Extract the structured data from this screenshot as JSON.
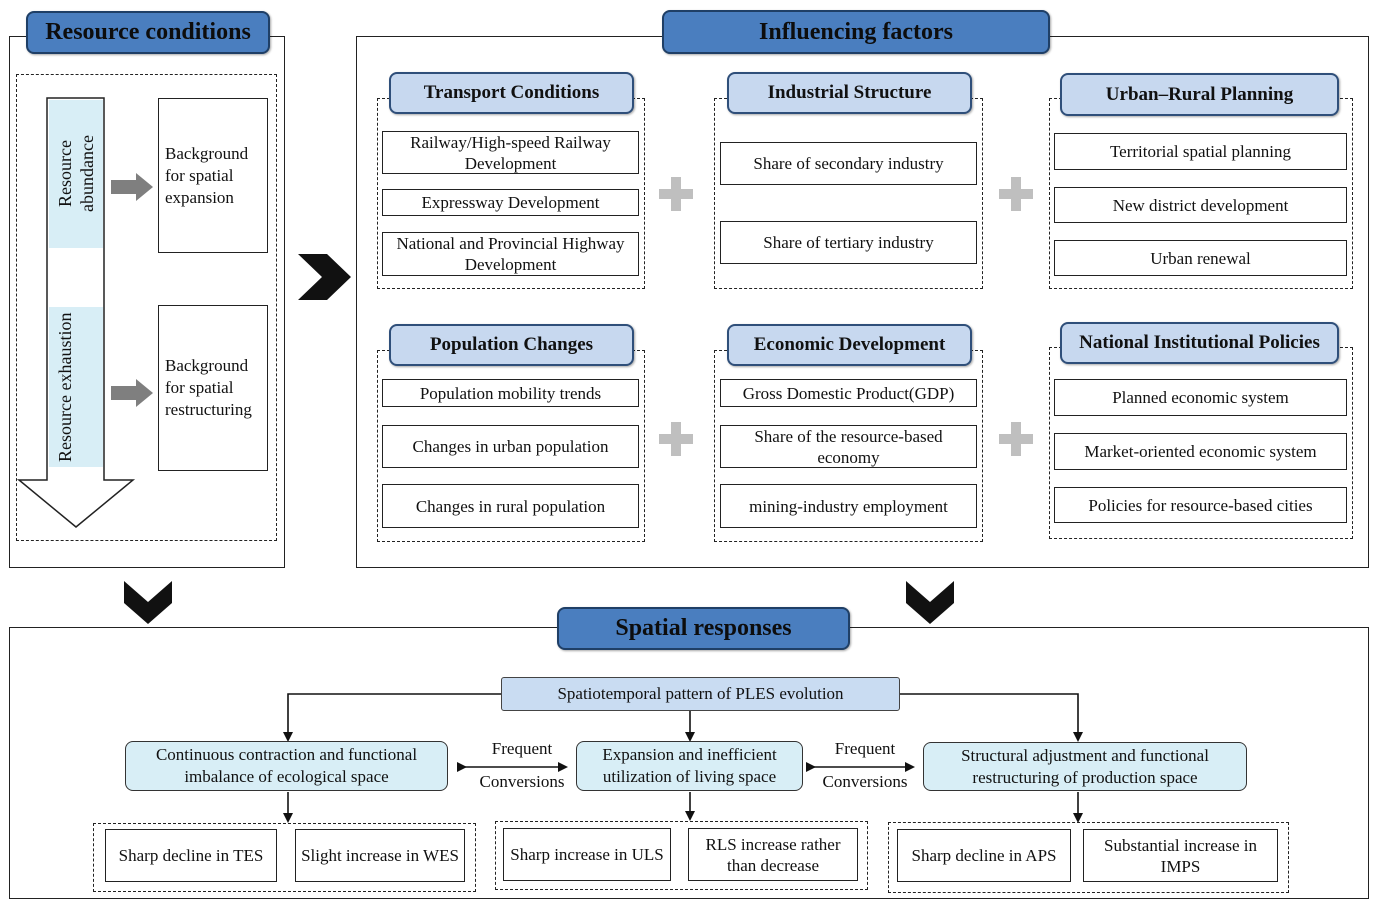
{
  "resource": {
    "title": "Resource conditions",
    "abundance": "Resource abundance",
    "exhaustion": "Resource exhaustion",
    "bg_expansion": "Background for spatial expansion",
    "bg_restructuring": "Background for spatial restructuring"
  },
  "factors": {
    "title": "Influencing factors",
    "groups": [
      {
        "title": "Transport Conditions",
        "items": [
          "Railway/High-speed Railway Development",
          "Expressway Development",
          "National and Provincial Highway Development"
        ]
      },
      {
        "title": "Industrial Structure",
        "items": [
          "Share of secondary industry",
          "Share of tertiary industry"
        ]
      },
      {
        "title": "Urban–Rural Planning",
        "items": [
          "Territorial spatial planning",
          "New district development",
          "Urban renewal"
        ]
      },
      {
        "title": "Population Changes",
        "items": [
          "Population mobility trends",
          "Changes in urban population",
          "Changes in rural population"
        ]
      },
      {
        "title": "Economic Development",
        "items": [
          "Gross Domestic Product(GDP)",
          "Share of the resource-based economy",
          "mining-industry employment"
        ]
      },
      {
        "title": "National Institutional Policies",
        "items": [
          "Planned economic system",
          "Market-oriented economic system",
          "Policies for resource-based cities"
        ]
      }
    ]
  },
  "responses": {
    "title": "Spatial responses",
    "pattern": "Spatiotemporal pattern of PLES evolution",
    "ecological": "Continuous contraction and functional imbalance of ecological space",
    "living": "Expansion and inefficient utilization of living space",
    "production": "Structural adjustment and functional restructuring of production space",
    "frequent": "Frequent",
    "conversions": "Conversions",
    "results": [
      "Sharp decline in TES",
      "Slight increase in WES",
      "Sharp increase in ULS",
      "RLS increase rather than decrease",
      "Sharp decline in APS",
      "Substantial increase in IMPS"
    ]
  },
  "colors": {
    "main_title_fill": "#4a7ebf",
    "sub_title_fill": "#c7d8ef",
    "response_box_fill": "#d8eef6",
    "pattern_box_fill": "#c9dcf2",
    "arrow_band": "#d8eef6",
    "plus": "#bfbfbf"
  }
}
